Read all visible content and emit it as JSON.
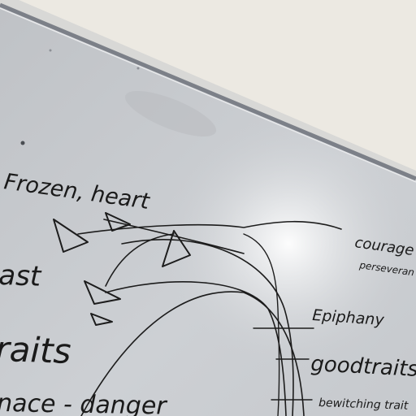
{
  "board": {
    "colors": {
      "wall": "#ece9e2",
      "board": "#c9ccd0",
      "frame": "#7c8088",
      "ink": "#1c1c1c"
    },
    "texts": {
      "frozen_heart": "Frozen, heart",
      "past": "ast",
      "traits": "raits",
      "menace_danger": "nace - danger",
      "courage": "courage",
      "perseverance": "perseveran",
      "epiphany": "Epiphany",
      "good_traits": "goodtraits",
      "bewitching_traits": "bewitching trait"
    }
  }
}
